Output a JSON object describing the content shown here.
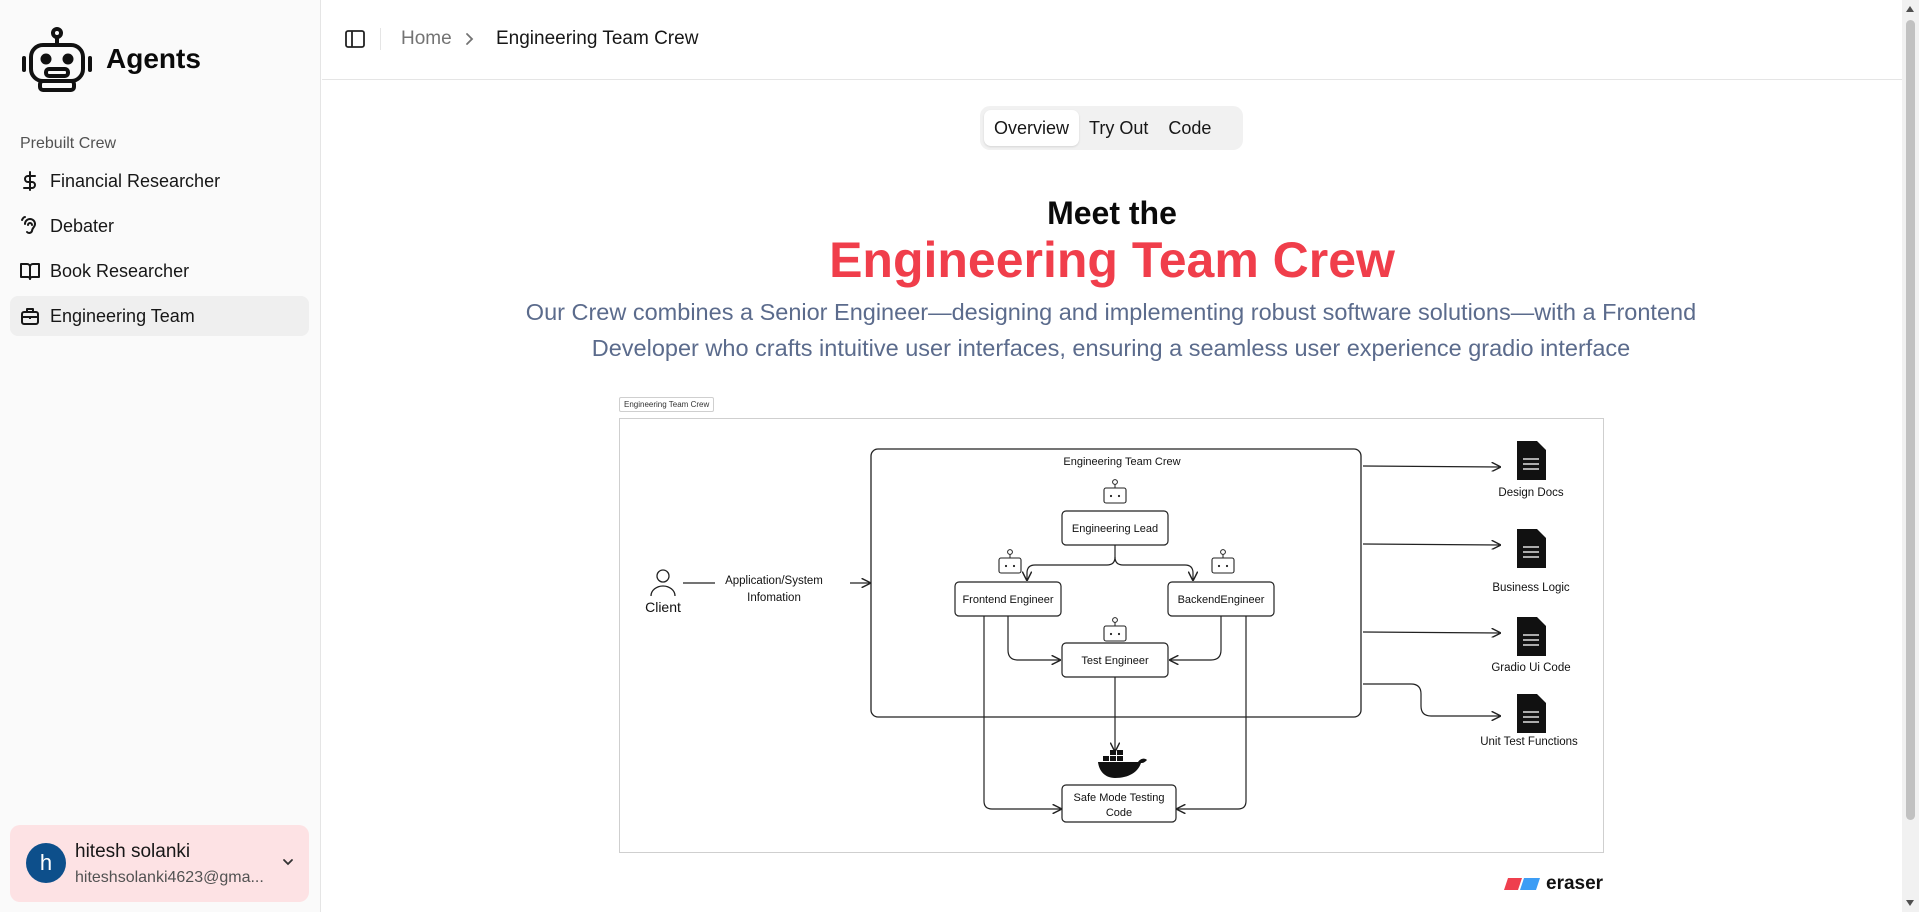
{
  "sidebar": {
    "brand": {
      "title": "Agents",
      "icon": "robot-icon"
    },
    "group_label": "Prebuilt Crew",
    "items": [
      {
        "label": "Financial Researcher",
        "icon": "dollar-icon"
      },
      {
        "label": "Debater",
        "icon": "ear-icon"
      },
      {
        "label": "Book Researcher",
        "icon": "book-open-icon"
      },
      {
        "label": "Engineering Team",
        "icon": "briefcase-icon",
        "active": true
      }
    ],
    "user": {
      "initial": "h",
      "name": "hitesh solanki",
      "email": "hiteshsolanki4623@gma...",
      "avatar_color": "#0d4f8b"
    }
  },
  "header": {
    "breadcrumb": {
      "home": "Home",
      "current": "Engineering Team Crew"
    }
  },
  "tabs": [
    {
      "label": "Overview",
      "active": true
    },
    {
      "label": "Try Out"
    },
    {
      "label": "Code"
    }
  ],
  "hero": {
    "meet": "Meet the",
    "title": "Engineering Team Crew",
    "description": "Our Crew combines a Senior Engineer—designing and implementing robust software solutions—with a Frontend Developer who crafts intuitive user interfaces, ensuring a seamless user experience gradio interface",
    "accent_color": "#f03e4b"
  },
  "diagram": {
    "tag": "Engineering Team Crew",
    "group_title": "Engineering Team Crew",
    "client": "Client",
    "input_label_1": "Application/System",
    "input_label_2": "Infomation",
    "nodes": {
      "lead": "Engineering Lead",
      "frontend": "Frontend Engineer",
      "backend": "BackendEngineer",
      "test": "Test Engineer",
      "safe_1": "Safe Mode Testing",
      "safe_2": "Code"
    },
    "outputs": [
      "Design Docs",
      "Business Logic",
      "Gradio Ui Code",
      "Unit Test Functions"
    ],
    "watermark": "eraser"
  },
  "colors": {
    "user_card_bg": "#fde2e4",
    "active_nav_bg": "#efefef",
    "desc_text": "#5b6b8c"
  }
}
